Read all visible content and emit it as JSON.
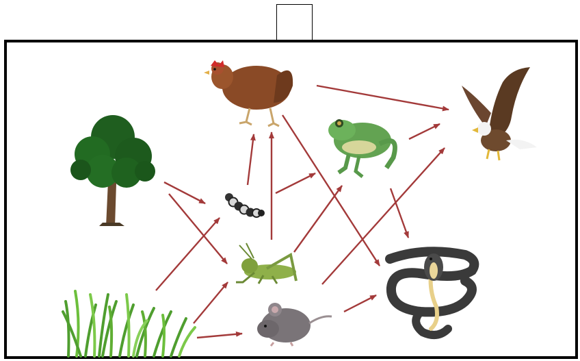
{
  "diagram": {
    "type": "food-web",
    "top_box_text": "",
    "organisms": [
      {
        "id": "tree",
        "name": "tree-icon"
      },
      {
        "id": "grass",
        "name": "grass-icon"
      },
      {
        "id": "caterpillar",
        "name": "caterpillar-icon"
      },
      {
        "id": "grasshopper",
        "name": "grasshopper-icon"
      },
      {
        "id": "mouse",
        "name": "mouse-icon"
      },
      {
        "id": "hen",
        "name": "hen-icon"
      },
      {
        "id": "frog",
        "name": "frog-icon"
      },
      {
        "id": "snake",
        "name": "snake-icon"
      },
      {
        "id": "eagle",
        "name": "eagle-icon"
      }
    ],
    "arrows": [
      {
        "from": "tree",
        "to": "caterpillar"
      },
      {
        "from": "tree",
        "to": "grasshopper"
      },
      {
        "from": "grass",
        "to": "caterpillar"
      },
      {
        "from": "grass",
        "to": "grasshopper"
      },
      {
        "from": "grass",
        "to": "mouse"
      },
      {
        "from": "caterpillar",
        "to": "hen"
      },
      {
        "from": "caterpillar",
        "to": "frog"
      },
      {
        "from": "grasshopper",
        "to": "hen"
      },
      {
        "from": "grasshopper",
        "to": "frog"
      },
      {
        "from": "grasshopper",
        "to": "eagle"
      },
      {
        "from": "mouse",
        "to": "snake"
      },
      {
        "from": "hen",
        "to": "eagle"
      },
      {
        "from": "hen",
        "to": "snake"
      },
      {
        "from": "frog",
        "to": "eagle"
      },
      {
        "from": "frog",
        "to": "snake"
      }
    ],
    "arrow_color": "#a33a3a"
  }
}
